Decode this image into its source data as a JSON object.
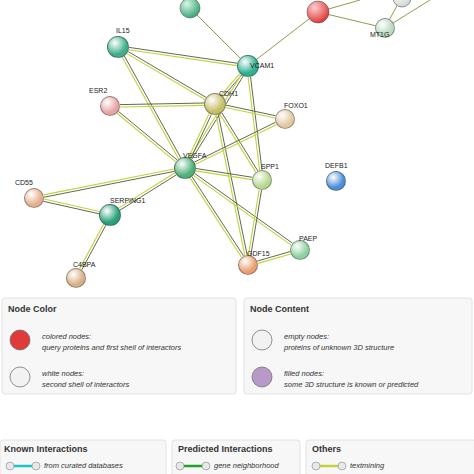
{
  "diagram": {
    "nodes": [
      {
        "text": [
          "MT1G"
        ]
      },
      {
        "text": [
          "IL15"
        ]
      },
      {
        "text": [
          "VCAM1"
        ]
      },
      {
        "text": [
          "CDH1"
        ]
      },
      {
        "text": [
          "ESR2"
        ]
      },
      {
        "text": [
          "FOXO1"
        ]
      },
      {
        "text": [
          "VEGFA"
        ]
      },
      {
        "text": [
          "SPP1"
        ]
      },
      {
        "text": [
          "DEFB1"
        ]
      },
      {
        "text": [
          "CD55"
        ]
      },
      {
        "text": [
          "SERPING1"
        ]
      },
      {
        "text": [
          "PAEP"
        ]
      },
      {
        "text": [
          "GDF15"
        ]
      },
      {
        "text": [
          "C4BPA"
        ]
      }
    ],
    "edges": [
      {
        "from": 1,
        "to": 2,
        "arrow": "none"
      },
      {
        "from": 1,
        "to": 3,
        "arrow": "none"
      },
      {
        "from": 1,
        "to": 6,
        "arrow": "none"
      },
      {
        "from": 2,
        "to": 3,
        "arrow": "none"
      },
      {
        "from": 2,
        "to": 6,
        "arrow": "none"
      },
      {
        "from": 2,
        "to": 7,
        "arrow": "none"
      },
      {
        "from": 4,
        "to": 3,
        "arrow": "none"
      },
      {
        "from": 4,
        "to": 6,
        "arrow": "none"
      },
      {
        "from": 3,
        "to": 6,
        "arrow": "none"
      },
      {
        "from": 3,
        "to": 5,
        "arrow": "none"
      },
      {
        "from": 3,
        "to": 7,
        "arrow": "none"
      },
      {
        "from": 3,
        "to": 12,
        "arrow": "none"
      },
      {
        "from": 6,
        "to": 7,
        "arrow": "none"
      },
      {
        "from": 6,
        "to": 10,
        "arrow": "none"
      },
      {
        "from": 6,
        "to": 9,
        "arrow": "none"
      },
      {
        "from": 6,
        "to": 12,
        "arrow": "none"
      },
      {
        "from": 6,
        "to": 11,
        "arrow": "none"
      },
      {
        "from": 6,
        "to": 5,
        "arrow": "none"
      },
      {
        "from": 7,
        "to": 12,
        "arrow": "none"
      },
      {
        "from": 10,
        "to": 9,
        "arrow": "none"
      },
      {
        "from": 10,
        "to": 13,
        "arrow": "none"
      },
      {
        "from": 12,
        "to": 11,
        "arrow": "none"
      }
    ],
    "labels": [
      "Node Color",
      "query proteins and first shell of interactors",
      "second shell of interactors",
      "Node Content",
      "proteins of unknown 3D structure",
      "some 3D structure is known or predicted",
      "Known Interactions",
      "Predicted Interactions",
      "Others"
    ],
    "legend": [
      {
        "text": "colored nodes:"
      },
      {
        "text": "white nodes:"
      },
      {
        "text": "empty nodes:"
      },
      {
        "text": "filled nodes:"
      },
      {
        "text": "from curated databases"
      },
      {
        "text": "gene neighborhood"
      },
      {
        "text": "textmining"
      }
    ]
  }
}
